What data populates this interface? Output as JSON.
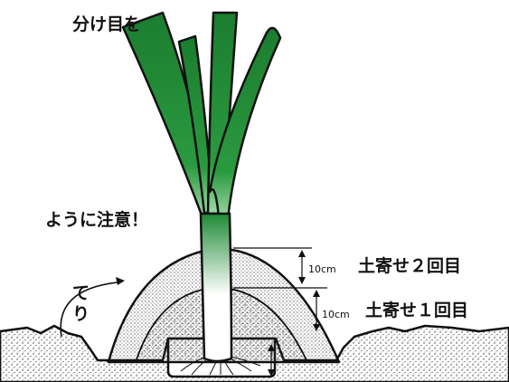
{
  "labels": {
    "top_fragment": "分け目を",
    "warning_fragment": "ように注意！",
    "left_fragment_1": "て",
    "left_fragment_2": "り"
  },
  "hilling": [
    {
      "height": "10cm",
      "label": "土寄せ２回目"
    },
    {
      "height": "10cm",
      "label": "土寄せ１回目"
    }
  ],
  "colors": {
    "leaf_green": "#1e8a35",
    "leaf_dark": "#0f5a22",
    "stem_white": "#ffffff",
    "outline": "#111111",
    "soil_dots": "#333333"
  }
}
